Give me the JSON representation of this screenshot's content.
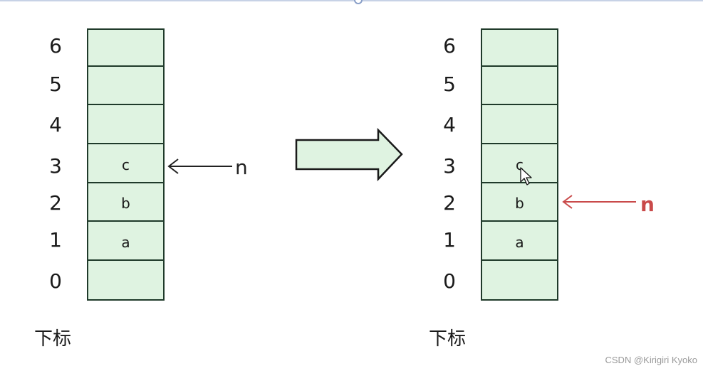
{
  "left_stack": {
    "indices": [
      "6",
      "5",
      "4",
      "3",
      "2",
      "1",
      "0"
    ],
    "cells": [
      "",
      "",
      "",
      "c",
      "b",
      "a",
      ""
    ],
    "caption": "下标",
    "pointer": {
      "label": "n",
      "index": 3,
      "color": "#222222"
    }
  },
  "right_stack": {
    "indices": [
      "6",
      "5",
      "4",
      "3",
      "2",
      "1",
      "0"
    ],
    "cells": [
      "",
      "",
      "",
      "c",
      "b",
      "a",
      ""
    ],
    "caption": "下标",
    "pointer": {
      "label": "n",
      "index": 2,
      "color": "#c94a4a"
    }
  },
  "transition_arrow": {
    "fill": "#dff3e1",
    "stroke": "#1a1a1a"
  },
  "cursor_icon": "mouse-pointer-icon",
  "watermark": "CSDN @Kirigiri Kyoko",
  "colors": {
    "cell_fill": "#dff3e1",
    "cell_border": "#1f3a2a",
    "red_pointer": "#c94a4a"
  }
}
